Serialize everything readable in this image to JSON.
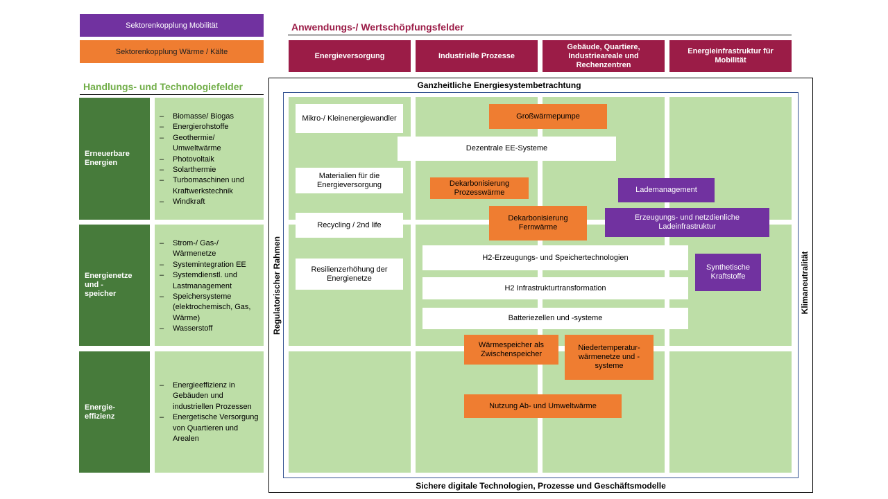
{
  "colors": {
    "purple": "#7132a0",
    "orange": "#ef7d31",
    "crimson": "#9b1c47",
    "dark_green": "#477b3b",
    "light_green": "#bddea7",
    "title_green": "#70ad47",
    "frame_blue": "#2f4f8f"
  },
  "legend": {
    "mobility": "Sektorenkopplung Mobilität",
    "heat": "Sektorenkopplung Wärme / Kälte"
  },
  "application": {
    "title": "Anwendungs-/ Wertschöpfungsfelder",
    "columns": [
      "Energieversorgung",
      "Industrielle Prozesse",
      "Gebäude, Quartiere, Industrieareale und Rechenzentren",
      "Energieinfrastruktur für Mobilität"
    ]
  },
  "fields": {
    "title": "Handlungs- und Technologiefelder",
    "rows": [
      {
        "name": "Erneuerbare Energien",
        "items": [
          "Biomasse/ Biogas",
          "Energierohstoffe",
          "Geothermie/ Umweltwärme",
          "Photovoltaik",
          "Solarthermie",
          "Turbomaschinen und Kraftwerkstechnik",
          "Windkraft"
        ]
      },
      {
        "name": "Energienetze und -speicher",
        "items": [
          "Strom-/ Gas-/ Wärmenetze",
          "Systemintegration EE",
          "Systemdienstl. und Lastmanagement",
          "Speichersysteme (elektrochemisch, Gas, Wärme)",
          "Wasserstoff"
        ]
      },
      {
        "name": "Energie-effizienz",
        "items": [
          "Energieeffizienz in Gebäuden und industriellen Prozessen",
          "Energetische Versorgung von Quartieren und Arealen"
        ]
      }
    ]
  },
  "frame": {
    "top": "Ganzheitliche Energiesystembetrachtung",
    "bottom": "Sichere digitale Technologien, Prozesse und Geschäftsmodelle",
    "left": "Regulatorischer Rahmen",
    "right": "Klimaneutralität"
  },
  "boxes": {
    "mikro": "Mikro-/ Kleinenergiewandler",
    "materialien": "Materialien für die Energieversorgung",
    "recycling": "Recycling / 2nd life",
    "resilienz": "Resilienzerhöhung der Energienetze",
    "grosswaermepumpe": "Großwärmepumpe",
    "dezentrale": "Dezentrale EE-Systeme",
    "dekarb_prozess": "Dekarbonisierung Prozesswärme",
    "dekarb_fern": "Dekarbonisierung Fernwärme",
    "lademanagement": "Lademanagement",
    "ladeinfra": "Erzeugungs- und netzdienliche Ladeinfrastruktur",
    "h2_erzeugung": "H2-Erzeugungs- und Speichertechnologien",
    "h2_infra": "H2 Infrastrukturtransformation",
    "batterie": "Batteriezellen und -systeme",
    "synthetische": "Synthetische Kraftstoffe",
    "waermespeicher": "Wärmespeicher als Zwischenspeicher",
    "niedertemperatur": "Niedertemperatur-wärmenetze und -systeme",
    "nutzung": "Nutzung Ab- und Umweltwärme"
  }
}
